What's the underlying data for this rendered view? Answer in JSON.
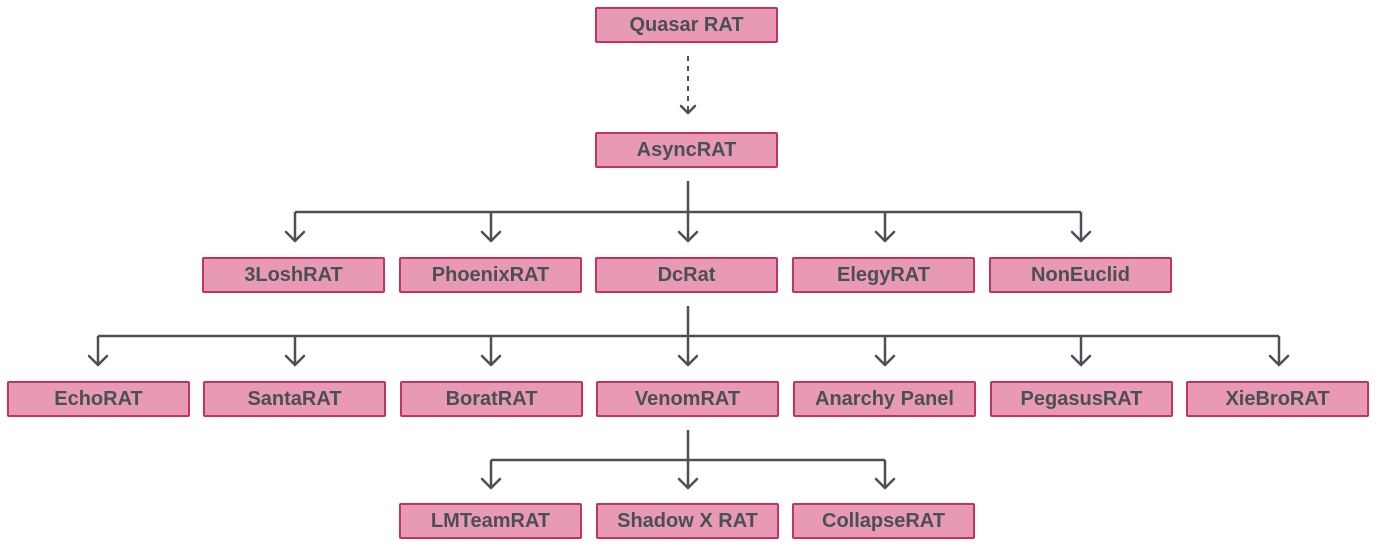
{
  "colors": {
    "node_fill": "#e89ab5",
    "node_border": "#c0355f",
    "text": "#4a4f57",
    "line": "#4a5056"
  },
  "nodes": {
    "quasar_rat": "Quasar RAT",
    "async_rat": "AsyncRAT",
    "losh_rat": "3LoshRAT",
    "phoenix_rat": "PhoenixRAT",
    "dc_rat": "DcRat",
    "elegy_rat": "ElegyRAT",
    "non_euclid": "NonEuclid",
    "echo_rat": "EchoRAT",
    "santa_rat": "SantaRAT",
    "borat_rat": "BoratRAT",
    "venom_rat": "VenomRAT",
    "anarchy_panel": "Anarchy Panel",
    "pegasus_rat": "PegasusRAT",
    "xiebro_rat": "XieBroRAT",
    "lmteam_rat": "LMTeamRAT",
    "shadow_x_rat": "Shadow X RAT",
    "collapse_rat": "CollapseRAT"
  },
  "edges": [
    {
      "from": "quasar_rat",
      "to": "async_rat",
      "style": "dashed"
    },
    {
      "from": "async_rat",
      "to": "losh_rat",
      "style": "solid"
    },
    {
      "from": "async_rat",
      "to": "phoenix_rat",
      "style": "solid"
    },
    {
      "from": "async_rat",
      "to": "dc_rat",
      "style": "solid"
    },
    {
      "from": "async_rat",
      "to": "elegy_rat",
      "style": "solid"
    },
    {
      "from": "async_rat",
      "to": "non_euclid",
      "style": "solid"
    },
    {
      "from": "dc_rat",
      "to": "echo_rat",
      "style": "solid"
    },
    {
      "from": "dc_rat",
      "to": "santa_rat",
      "style": "solid"
    },
    {
      "from": "dc_rat",
      "to": "borat_rat",
      "style": "solid"
    },
    {
      "from": "dc_rat",
      "to": "venom_rat",
      "style": "solid"
    },
    {
      "from": "dc_rat",
      "to": "anarchy_panel",
      "style": "solid"
    },
    {
      "from": "dc_rat",
      "to": "pegasus_rat",
      "style": "solid"
    },
    {
      "from": "dc_rat",
      "to": "xiebro_rat",
      "style": "solid"
    },
    {
      "from": "venom_rat",
      "to": "lmteam_rat",
      "style": "solid"
    },
    {
      "from": "venom_rat",
      "to": "shadow_x_rat",
      "style": "solid"
    },
    {
      "from": "venom_rat",
      "to": "collapse_rat",
      "style": "solid"
    }
  ]
}
